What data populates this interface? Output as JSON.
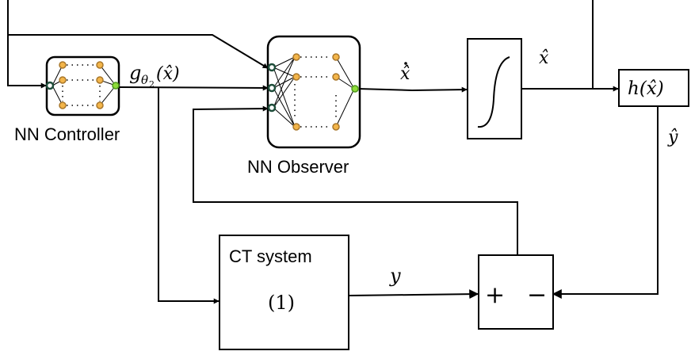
{
  "labels": {
    "nn_controller": "NN Controller",
    "nn_observer": "NN Observer",
    "ct_system": "CT system",
    "ct_system_eq": "(1)",
    "output_fn": "h(x̂)",
    "sum_plus": "+",
    "sum_minus": "−",
    "signal_g_main": "g",
    "signal_g_sub": "θ",
    "signal_g_subsub": "2",
    "signal_g_arg": "(x̂)",
    "signal_xhat_dot": "x̂",
    "signal_xhat": "x̂",
    "signal_y": "y",
    "signal_yhat": "ŷ"
  }
}
